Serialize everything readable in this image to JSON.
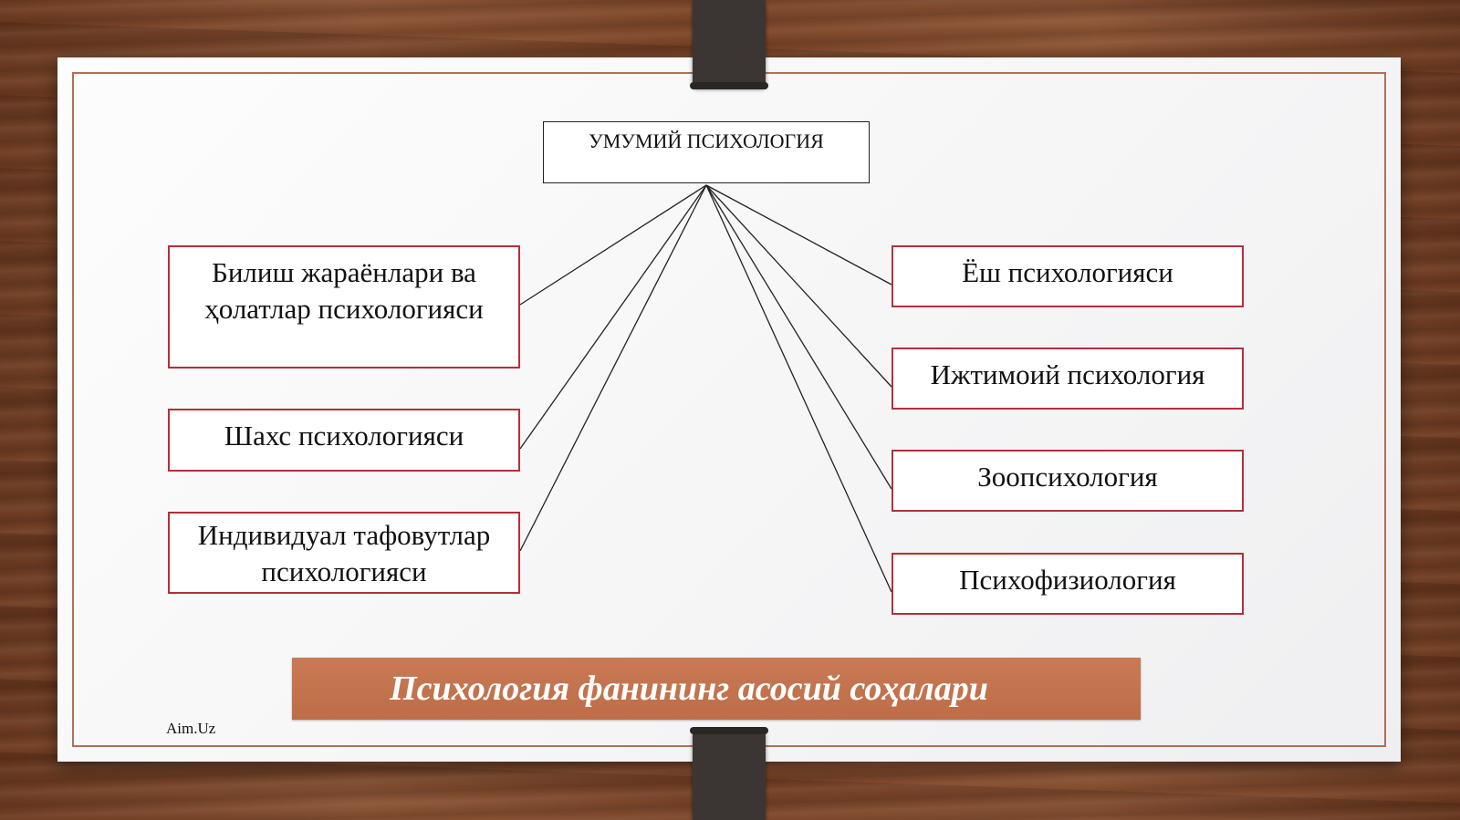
{
  "diagram": {
    "root": "УМУМИЙ ПСИХОЛОГИЯ",
    "left_nodes": [
      "Билиш жараёнлари ва ҳолатлар психологияси",
      "Шахс психологияси",
      "Индивидуал тафовутлар психологияси"
    ],
    "right_nodes": [
      "Ёш психологияси",
      "Ижтимоий психология",
      "Зоопсихология",
      "Психофизиология"
    ]
  },
  "slide": {
    "title": "Психология фанининг асосий соҳалари",
    "credit": "Aim.Uz"
  },
  "colors": {
    "node_border": "#b3303a",
    "title_bar": "#c47350",
    "frame": "#b0705a"
  }
}
